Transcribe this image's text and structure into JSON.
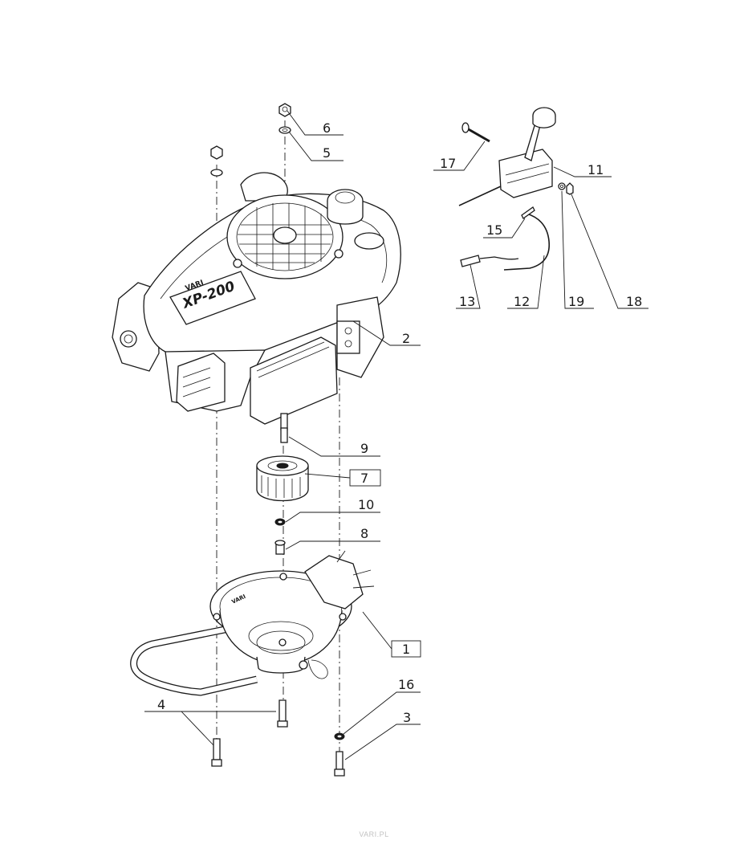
{
  "logo_text": "VARI",
  "engine_model_text": "XP-200",
  "labels": {
    "l1": "1",
    "l2": "2",
    "l3": "3",
    "l4": "4",
    "l5": "5",
    "l6": "6",
    "l7": "7",
    "l8": "8",
    "l9": "9",
    "l10": "10",
    "l11": "11",
    "l12": "12",
    "l13": "13",
    "l15": "15",
    "l16": "16",
    "l17": "17",
    "l18": "18",
    "l19": "19"
  },
  "footer": "VARI.PL"
}
